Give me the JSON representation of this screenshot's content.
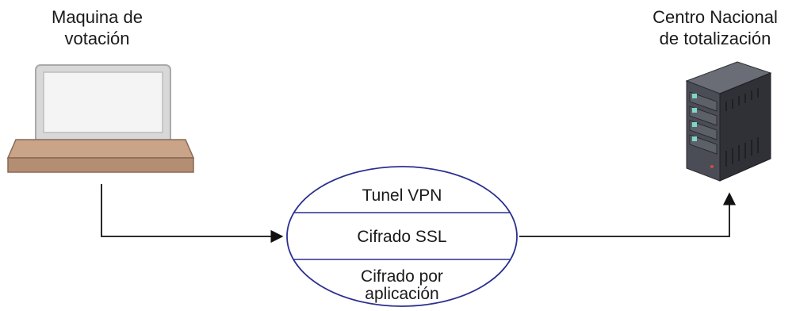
{
  "nodes": {
    "voting_machine": {
      "label_line1": "Maquina de",
      "label_line2": "votación",
      "icon": "laptop-icon"
    },
    "national_center": {
      "label_line1": "Centro Nacional",
      "label_line2": "de totalización",
      "icon": "server-rack-icon"
    }
  },
  "security_layers": {
    "layer1": "Tunel VPN",
    "layer2": "Cifrado SSL",
    "layer3_line1": "Cifrado por",
    "layer3_line2": "aplicación"
  },
  "colors": {
    "ellipse_stroke": "#2b2f8f",
    "ellipse_fill": "#ffffff",
    "connector": "#111111",
    "laptop_base": "#c9a489",
    "server_body": "#3a3d44",
    "server_lights": "#7fd6c8"
  }
}
